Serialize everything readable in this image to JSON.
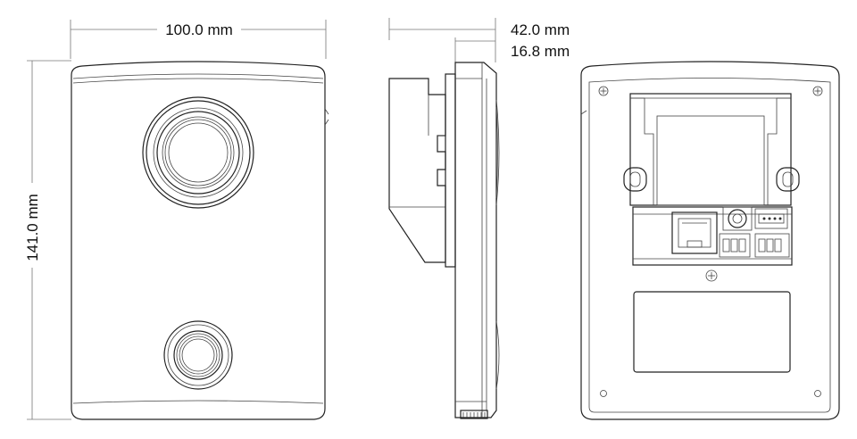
{
  "dimensions": {
    "width": "100.0 mm",
    "height": "141.0 mm",
    "depth_total": "42.0 mm",
    "depth_body": "16.8 mm"
  },
  "colors": {
    "line": "#222222",
    "background": "#ffffff",
    "text": "#111111"
  }
}
